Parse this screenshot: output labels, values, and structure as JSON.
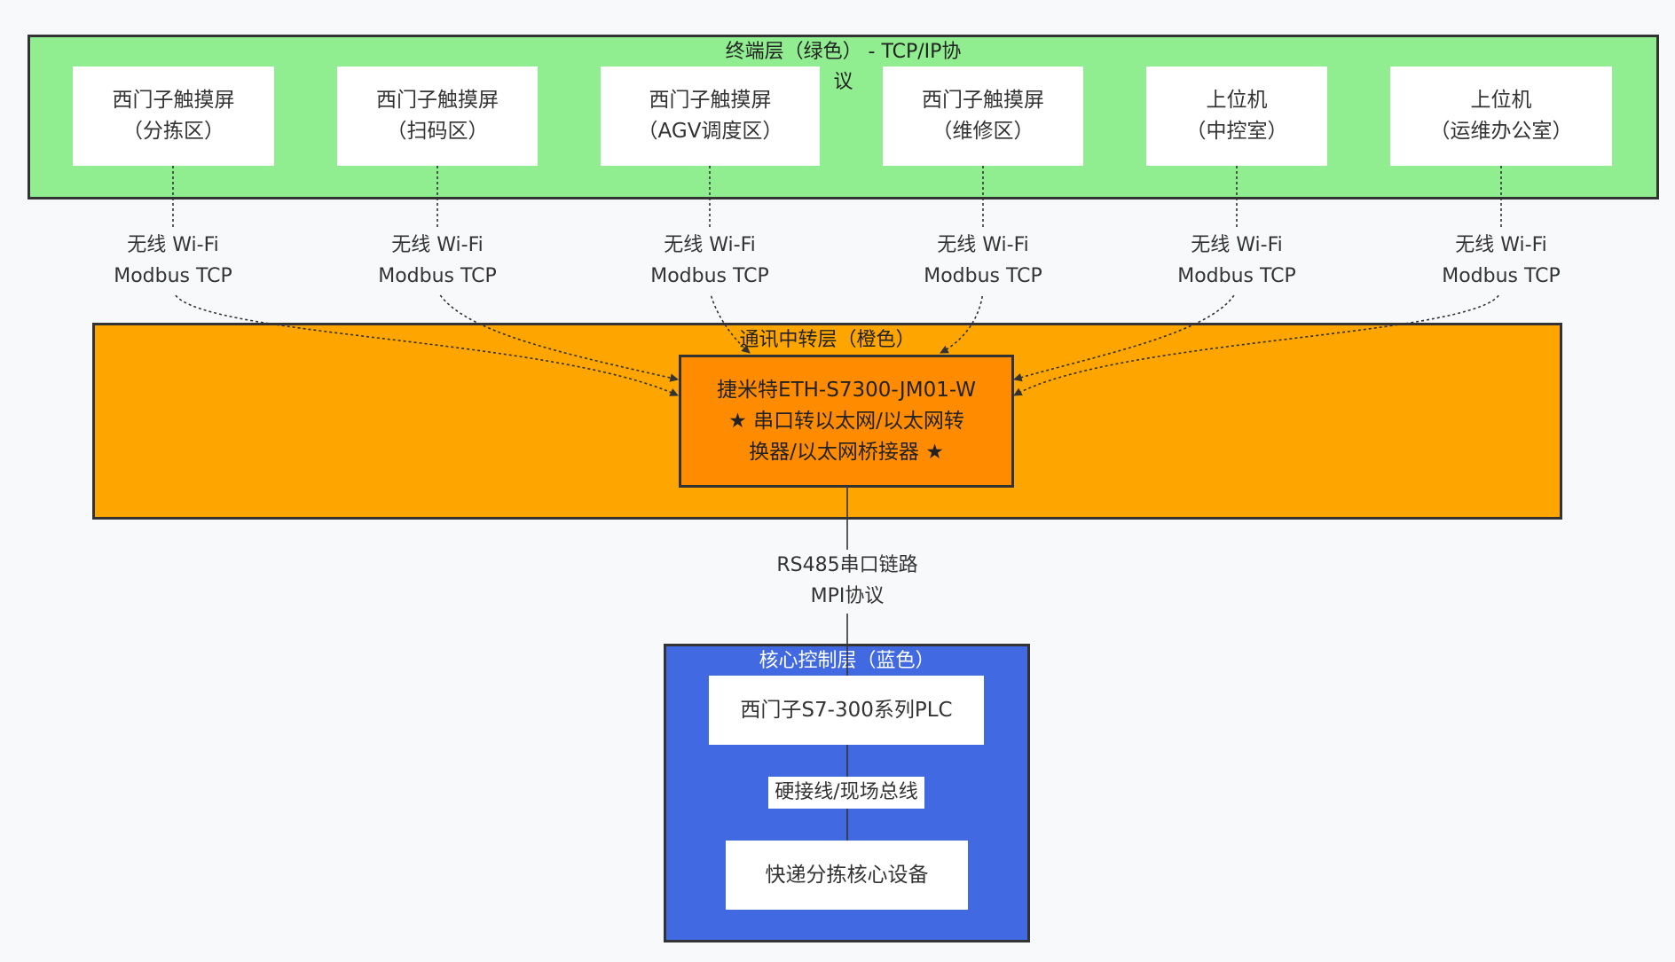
{
  "terminal_layer": {
    "title_line1": "终端层（绿色） - TCP/IP协",
    "title_line2": "议",
    "color": "#90EE90",
    "nodes": [
      {
        "line1": "西门子触摸屏",
        "line2": "（分拣区）"
      },
      {
        "line1": "西门子触摸屏",
        "line2": "（扫码区）"
      },
      {
        "line1": "西门子触摸屏",
        "line2": "（AGV调度区）"
      },
      {
        "line1": "西门子触摸屏",
        "line2": "（维修区）"
      },
      {
        "line1": "上位机",
        "line2": "（中控室）"
      },
      {
        "line1": "上位机",
        "line2": "（运维办公室）"
      }
    ]
  },
  "wifi_labels": [
    {
      "line1": "无线 Wi-Fi",
      "line2": "Modbus TCP"
    },
    {
      "line1": "无线 Wi-Fi",
      "line2": "Modbus TCP"
    },
    {
      "line1": "无线 Wi-Fi",
      "line2": "Modbus TCP"
    },
    {
      "line1": "无线 Wi-Fi",
      "line2": "Modbus TCP"
    },
    {
      "line1": "无线 Wi-Fi",
      "line2": "Modbus TCP"
    },
    {
      "line1": "无线 Wi-Fi",
      "line2": "Modbus TCP"
    }
  ],
  "relay_layer": {
    "title": "通讯中转层（橙色）",
    "color": "#FFA500",
    "gateway": {
      "line1": "捷米特ETH-S7300-JM01-W",
      "line2": "★ 串口转以太网/以太网转",
      "line3": "换器/以太网桥接器 ★",
      "color": "#FF8C00"
    }
  },
  "serial_label": {
    "line1": "RS485串口链路",
    "line2": "MPI协议"
  },
  "core_layer": {
    "title": "核心控制层（蓝色）",
    "color": "#4169E1",
    "plc": "西门子S7-300系列PLC",
    "bus_label": "硬接线/现场总线",
    "device": "快递分拣核心设备"
  }
}
